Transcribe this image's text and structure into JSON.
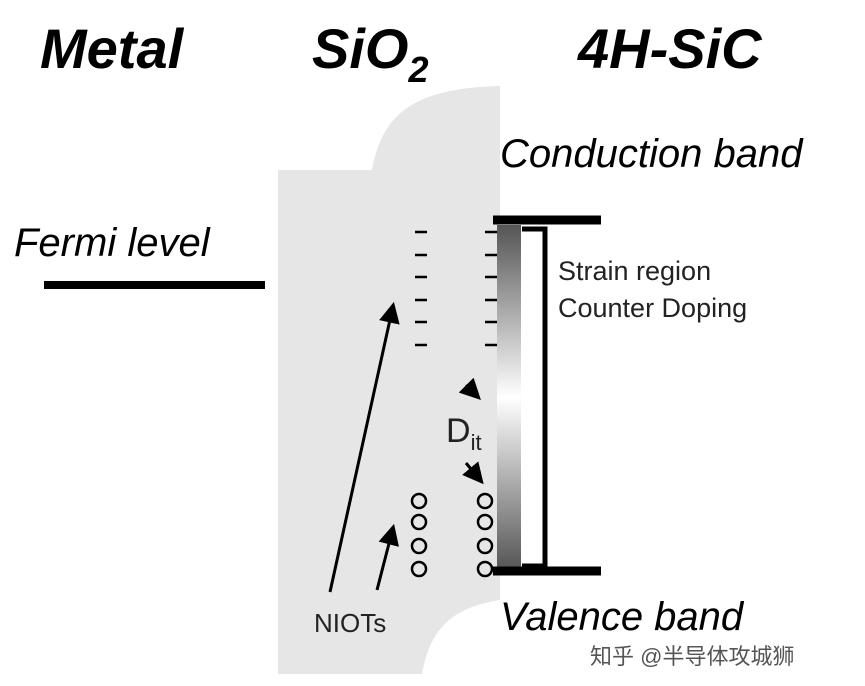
{
  "headers": {
    "metal": "Metal",
    "sio2_base": "SiO",
    "sio2_sub": "2",
    "sic": "4H-SiC"
  },
  "labels": {
    "fermi_level": "Fermi level",
    "conduction_band": "Conduction band",
    "valence_band": "Valence band",
    "strain_region": "Strain region",
    "counter_doping": "Counter Doping",
    "dit_base": "D",
    "dit_sub": "it",
    "niots": "NIOTs"
  },
  "watermark": "知乎 @半导体攻城狮",
  "colors": {
    "oxide_fill": "#e6e6e6",
    "band_line": "#000000",
    "gradient_dark": "#555555",
    "gradient_light": "#ffffff"
  }
}
